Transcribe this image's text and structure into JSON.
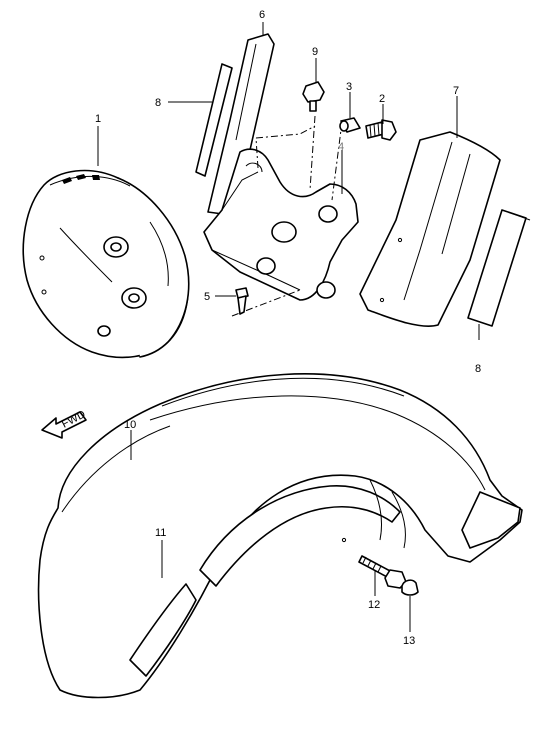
{
  "callouts": {
    "c1": "1",
    "c2": "2",
    "c3": "3",
    "c4": "4",
    "c5": "5",
    "c6": "6",
    "c7": "7",
    "c8_left": "8",
    "c8_right": "8",
    "c9": "9",
    "c10": "10",
    "c11": "11",
    "c12": "12",
    "c13": "13"
  },
  "direction_marker": {
    "label": "FWD"
  },
  "icons": {
    "direction": "forward-arrow-icon"
  }
}
